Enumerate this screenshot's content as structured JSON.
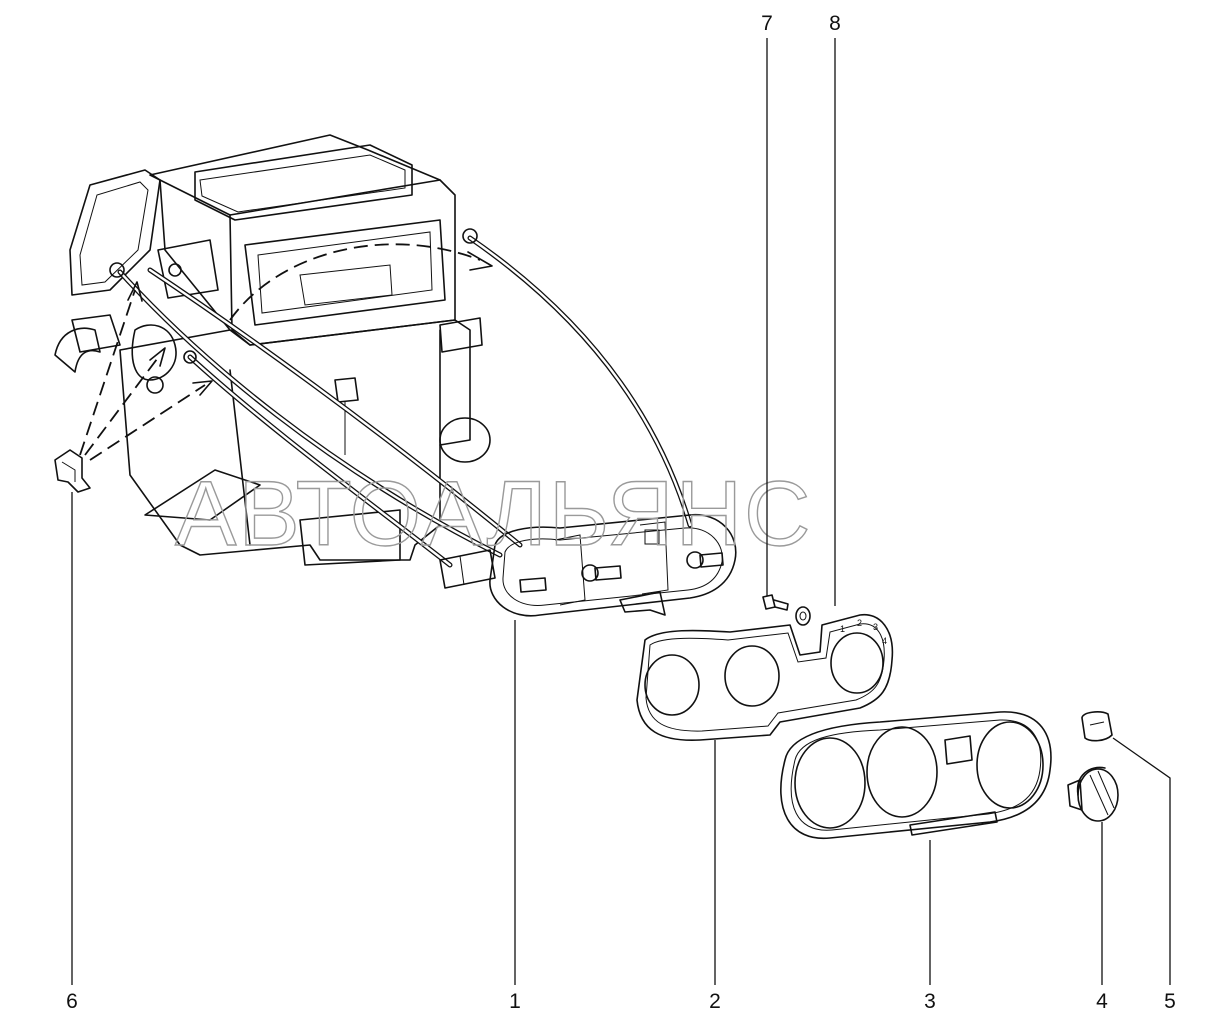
{
  "watermark": "АВТОАЛЬЯНС",
  "callouts": [
    {
      "id": "1",
      "label": "1"
    },
    {
      "id": "2",
      "label": "2"
    },
    {
      "id": "3",
      "label": "3"
    },
    {
      "id": "4",
      "label": "4"
    },
    {
      "id": "5",
      "label": "5"
    },
    {
      "id": "6",
      "label": "6"
    },
    {
      "id": "7",
      "label": "7"
    },
    {
      "id": "8",
      "label": "8"
    }
  ],
  "panel_scale_marks": [
    "1",
    "2",
    "3",
    "4"
  ],
  "colors": {
    "line": "#111111",
    "watermark": "#9a9a9a",
    "background": "#ffffff"
  }
}
